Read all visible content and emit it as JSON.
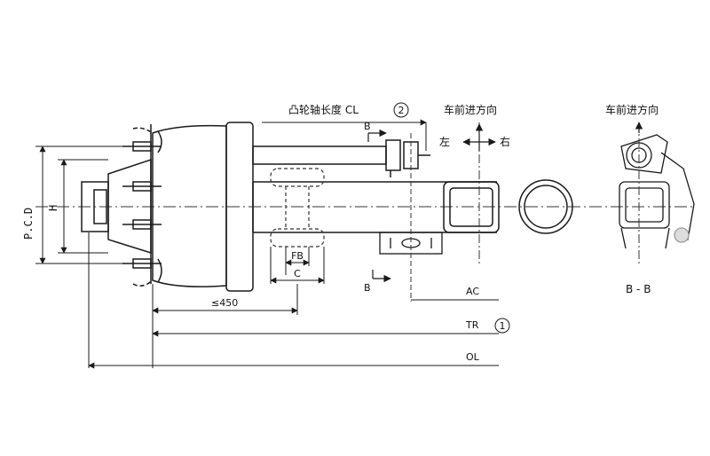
{
  "diagram": {
    "labels": {
      "cam_length": "凸轮轴长度 CL",
      "cam_length_num": "2",
      "forward_dir_main": "车前进方向",
      "forward_dir_side": "车前进方向",
      "left": "左",
      "right": "右",
      "section_b_top": "B",
      "section_b_bottom": "B",
      "pcd": "P.C.D",
      "h": "H",
      "fb": "FB",
      "c": "C",
      "le450": "≤450",
      "ac": "AC",
      "tr": "TR",
      "tr_num": "1",
      "ol": "OL",
      "section_bb": "B - B"
    },
    "colors": {
      "line": "#1a1a1a",
      "dash": "#333333",
      "paper": "#ffffff"
    }
  }
}
